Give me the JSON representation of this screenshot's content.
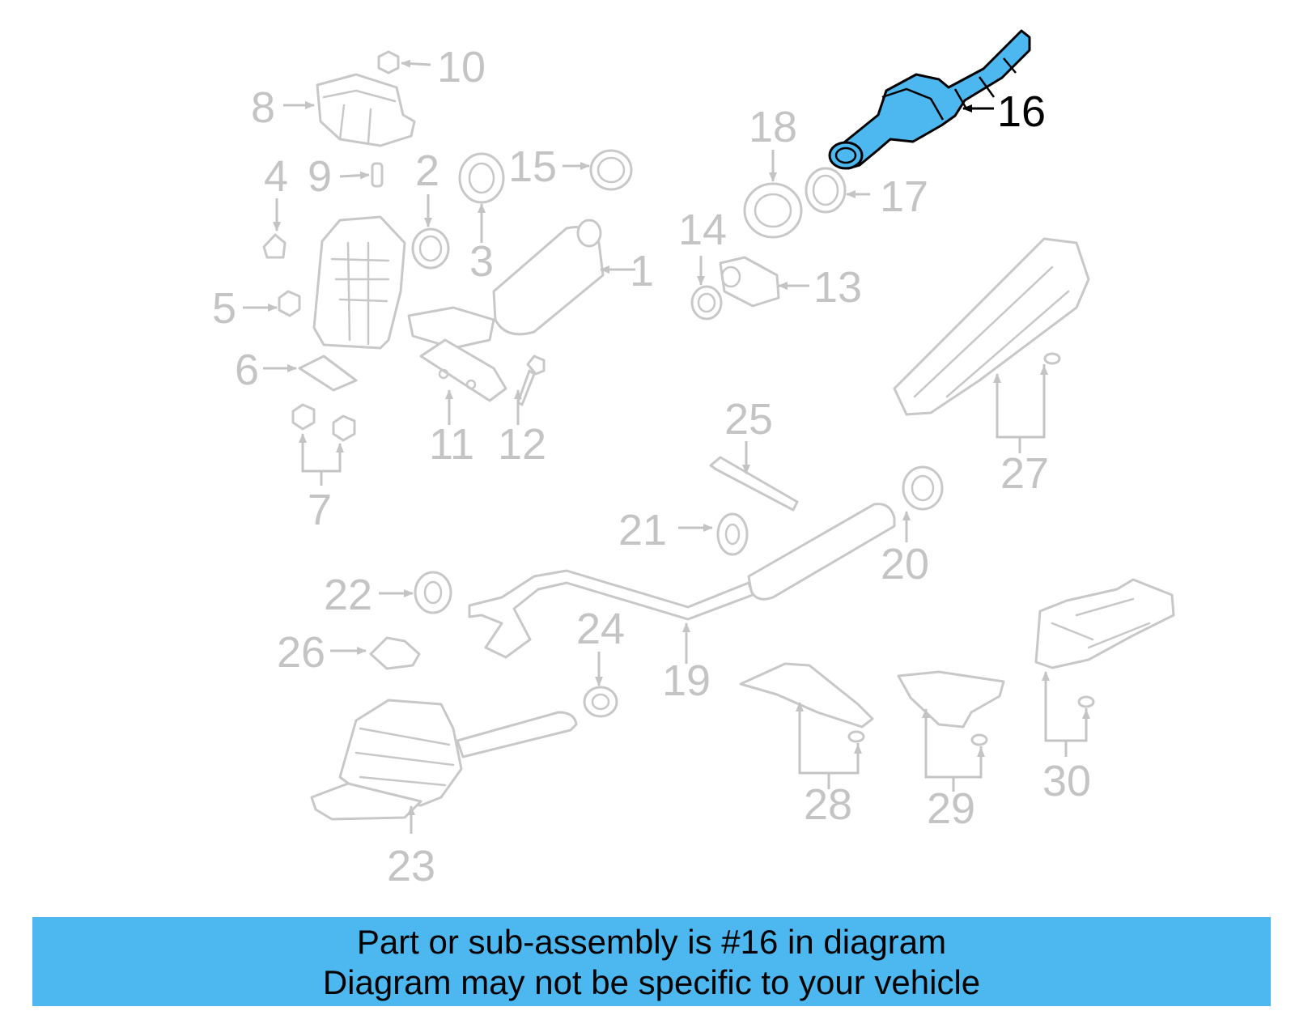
{
  "diagram": {
    "highlighted_part": "16",
    "highlight_color": "#4db8f0",
    "callouts": {
      "c1": "1",
      "c2": "2",
      "c3": "3",
      "c4": "4",
      "c5": "5",
      "c6": "6",
      "c7": "7",
      "c8": "8",
      "c9": "9",
      "c10": "10",
      "c11": "11",
      "c12": "12",
      "c13": "13",
      "c14": "14",
      "c15": "15",
      "c16": "16",
      "c17": "17",
      "c18": "18",
      "c19": "19",
      "c20": "20",
      "c21": "21",
      "c22": "22",
      "c23": "23",
      "c24": "24",
      "c25": "25",
      "c26": "26",
      "c27": "27",
      "c28": "28",
      "c29": "29",
      "c30": "30"
    }
  },
  "banner": {
    "color": "#4db8f0",
    "line1": "Part or sub-assembly is #16 in diagram",
    "line2": "Diagram may not be specific to your vehicle"
  }
}
